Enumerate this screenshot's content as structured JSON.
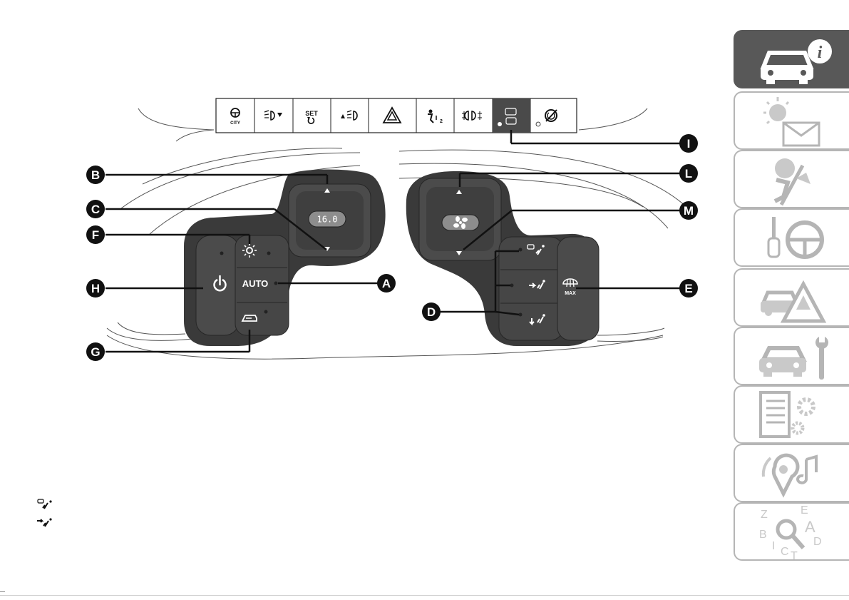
{
  "callouts": {
    "A": "A",
    "B": "B",
    "C": "C",
    "D": "D",
    "E": "E",
    "F": "F",
    "G": "G",
    "H": "H",
    "I": "I",
    "L": "L",
    "M": "M"
  },
  "controls": {
    "temperature_display": "16.0",
    "auto_label": "AUTO",
    "max_label": "MAX"
  },
  "switch_panel": {
    "city_label": "CITY",
    "set_label": "SET"
  },
  "icons": [
    "steering-city-icon",
    "headlight-leveling-down-icon",
    "speed-limiter-set-icon",
    "headlight-leveling-up-icon",
    "hazard-warning-icon",
    "passenger-airbag-off-icon",
    "fog-lights-icon",
    "rear-window-defrost-icon",
    "start-stop-off-icon",
    "fan-icon",
    "power-icon",
    "sun-icon",
    "recirculation-icon",
    "windscreen-feet-airflow-icon",
    "face-airflow-icon",
    "feet-airflow-icon",
    "max-defrost-icon"
  ],
  "colors": {
    "panel_dark": "#3a3a3a",
    "button": "#4b4b4b",
    "callout": "#111111",
    "active_tab": "#585858"
  }
}
